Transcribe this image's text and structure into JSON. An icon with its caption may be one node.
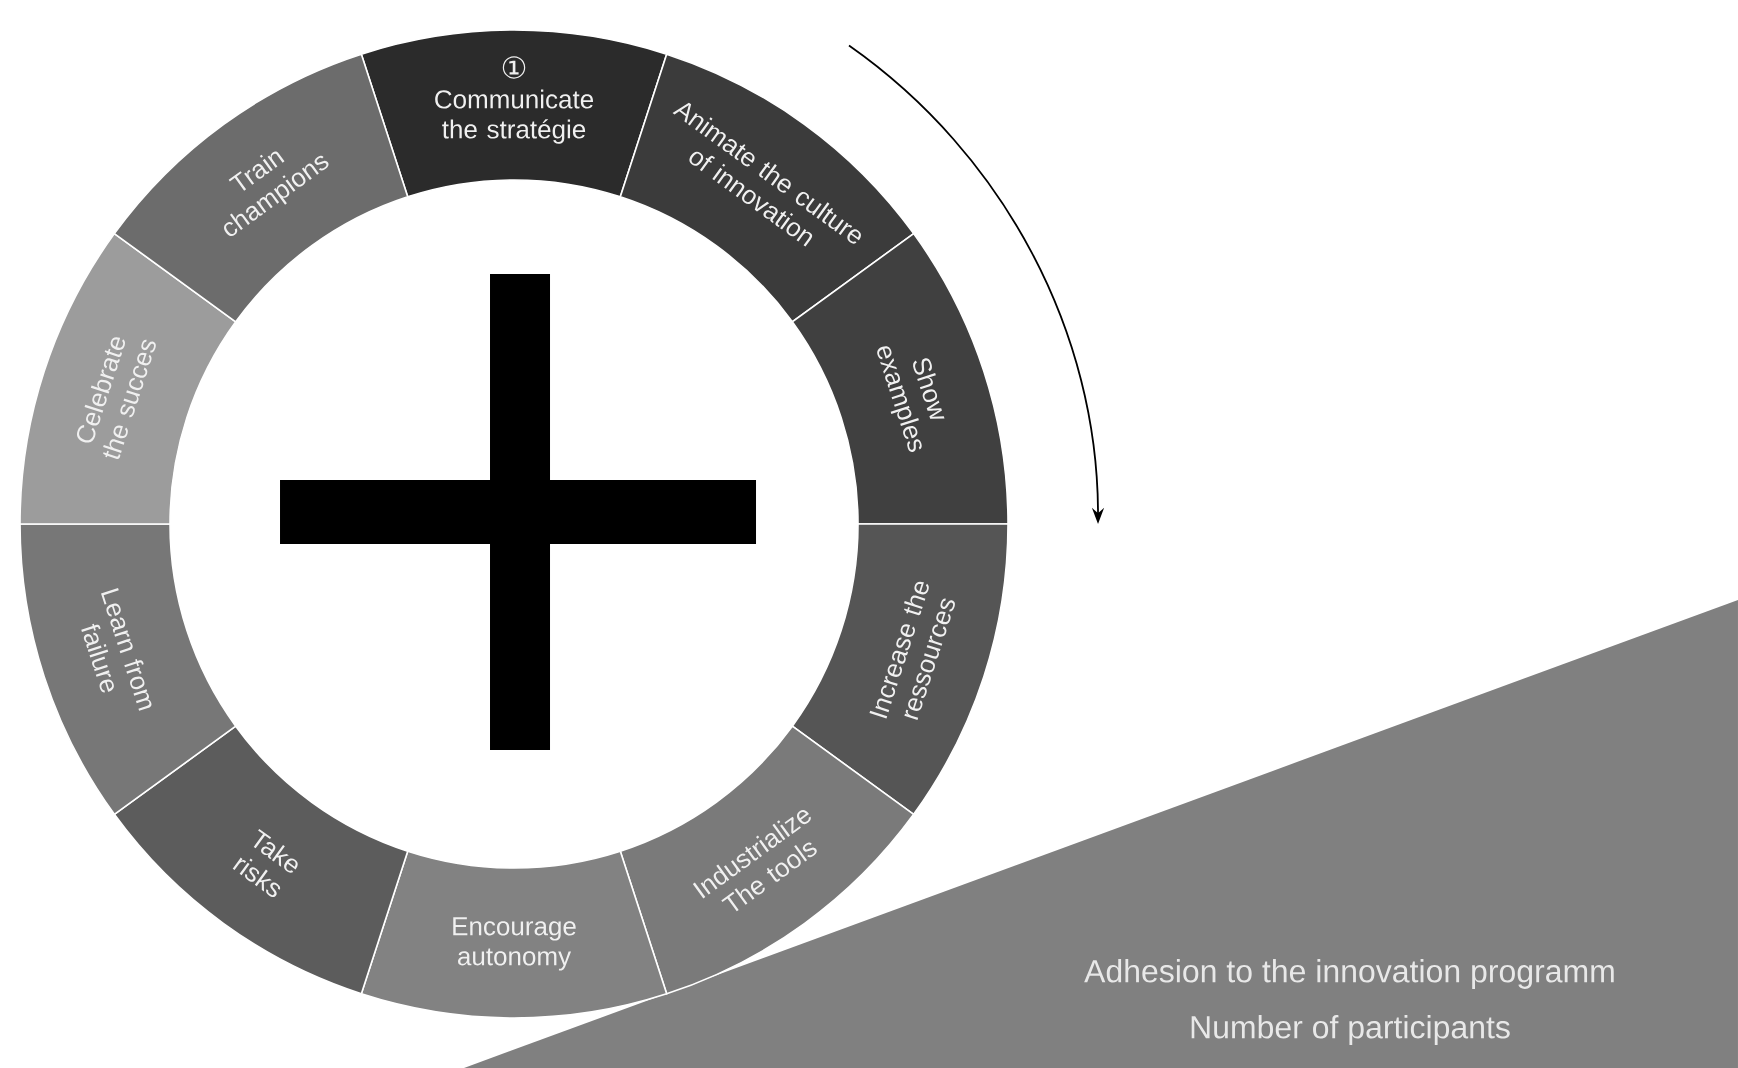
{
  "diagram": {
    "nodes": [
      {
        "text": [
          "①",
          "Communicate the stratégie"
        ]
      },
      {
        "text": [
          "Animate the culture of innovation"
        ]
      },
      {
        "text": [
          "Show examples"
        ]
      },
      {
        "text": [
          "Increase the ressources"
        ]
      },
      {
        "text": [
          "Industrialize The tools"
        ]
      },
      {
        "text": [
          "Encourage autonomy"
        ]
      },
      {
        "text": [
          "Take risks"
        ]
      },
      {
        "text": [
          "Learn from failure"
        ]
      },
      {
        "text": [
          "Celebrate the succes"
        ]
      },
      {
        "text": [
          "Train champions"
        ]
      },
      {
        "text": [
          "Adhesion to the innovation programm",
          "Number of participants"
        ]
      }
    ]
  }
}
